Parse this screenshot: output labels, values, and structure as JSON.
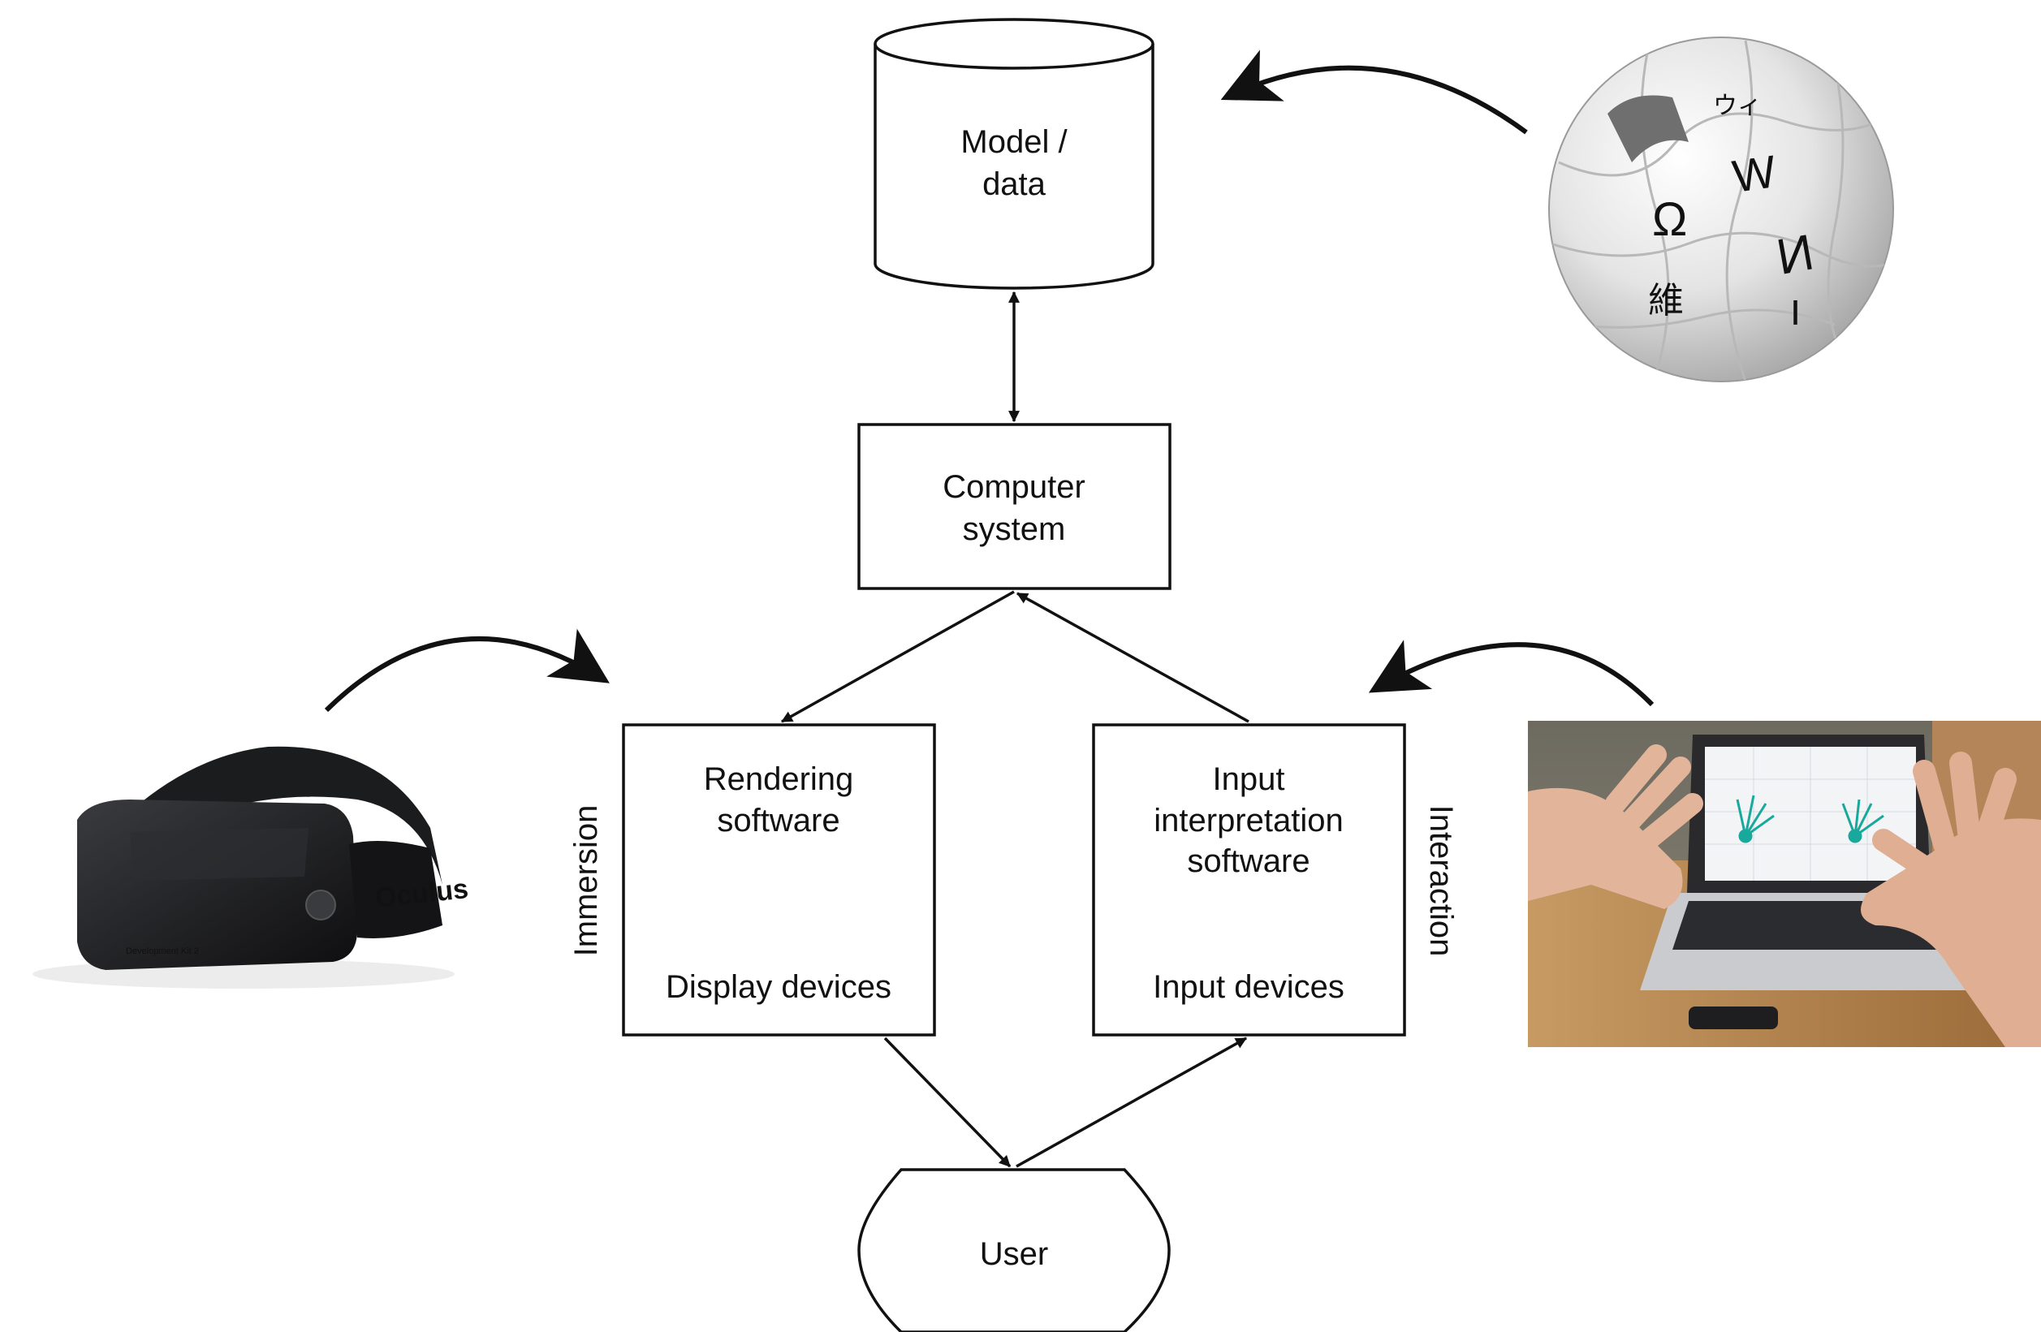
{
  "nodes": {
    "model": {
      "line1": "Model /",
      "line2": "data"
    },
    "computer": {
      "line1": "Computer",
      "line2": "system"
    },
    "rendering": {
      "line1": "Rendering",
      "line2": "software",
      "bottom": "Display devices"
    },
    "input": {
      "line1": "Input",
      "line2": "interpretation",
      "line3": "software",
      "bottom": "Input devices"
    },
    "user": {
      "label": "User"
    }
  },
  "side_labels": {
    "left": "Immersion",
    "right": "Interaction"
  },
  "illustrations": {
    "wiki": {
      "name": "wikipedia-globe",
      "glyphs": [
        "Ω",
        "W",
        "И",
        "維",
        "ウィ",
        "ו"
      ]
    },
    "headset": {
      "name": "vr-headset",
      "brand": "Oculus",
      "caption": "Development Kit 2"
    },
    "leap": {
      "name": "hand-tracking-photo"
    }
  },
  "colors": {
    "stroke": "#111111",
    "fill": "#ffffff",
    "headset": "#1b1c1e",
    "photo_table": "#b07c45",
    "photo_wall": "#d8c9b4",
    "tracked_hand": "#18a89c"
  }
}
